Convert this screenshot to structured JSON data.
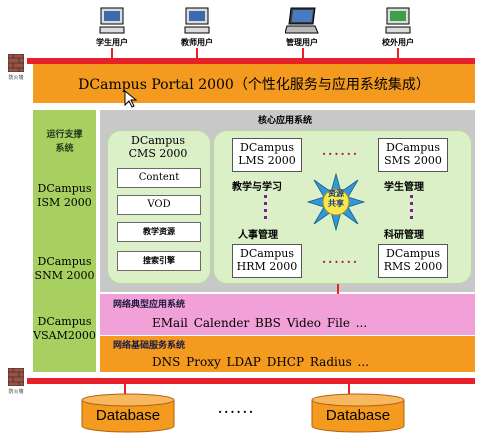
{
  "users": [
    {
      "label": "学生用户",
      "icon": "desktop-computer-icon"
    },
    {
      "label": "教师用户",
      "icon": "desktop-computer-icon"
    },
    {
      "label": "管理用户",
      "icon": "laptop-icon"
    },
    {
      "label": "校外用户",
      "icon": "desktop-computer-icon"
    }
  ],
  "firewall_label": "防火墙",
  "portal": {
    "title": "DCampus Portal 2000（个性化服务与应用系统集成）"
  },
  "support": {
    "title_line1": "运行支撑",
    "title_line2": "系统",
    "ism_line1": "DCampus",
    "ism_line2": "ISM 2000",
    "snm_line1": "DCampus",
    "snm_line2": "SNM 2000",
    "vsam_line1": "DCampus",
    "vsam_line2": "VSAM2000"
  },
  "core": {
    "title": "核心应用系统",
    "cms": {
      "line1": "DCampus",
      "line2": "CMS 2000",
      "items": [
        "Content",
        "VOD",
        "教学资源",
        "搜索引擎"
      ]
    },
    "lms": {
      "line1": "DCampus",
      "line2": "LMS 2000",
      "caption": "教学与学习"
    },
    "sms": {
      "line1": "DCampus",
      "line2": "SMS 2000",
      "caption": "学生管理"
    },
    "hrm": {
      "line1": "DCampus",
      "line2": "HRM 2000",
      "caption": "人事管理"
    },
    "rms": {
      "line1": "DCampus",
      "line2": "RMS 2000",
      "caption": "科研管理"
    },
    "hub": {
      "line1": "资源",
      "line2": "共享"
    },
    "dots": "......",
    "accent_colors": {
      "hub": "#2e9ad8",
      "dots": "#b01060"
    }
  },
  "network_apps": {
    "title": "网络典型应用系统",
    "items": "EMail  Calender  BBS   Video   File ..."
  },
  "network_base": {
    "title": "网络基础服务系统",
    "items": "DNS   Proxy  LDAP  DHCP  Radius   ..."
  },
  "databases": {
    "left": "Database",
    "right": "Database",
    "dots": "......"
  },
  "colors": {
    "red": "#e8202a",
    "orange": "#f39a1f",
    "green": "#a8d060",
    "pink": "#f2a0d8",
    "gray": "#c8c8c8",
    "pale_green": "#dcf0c8"
  }
}
